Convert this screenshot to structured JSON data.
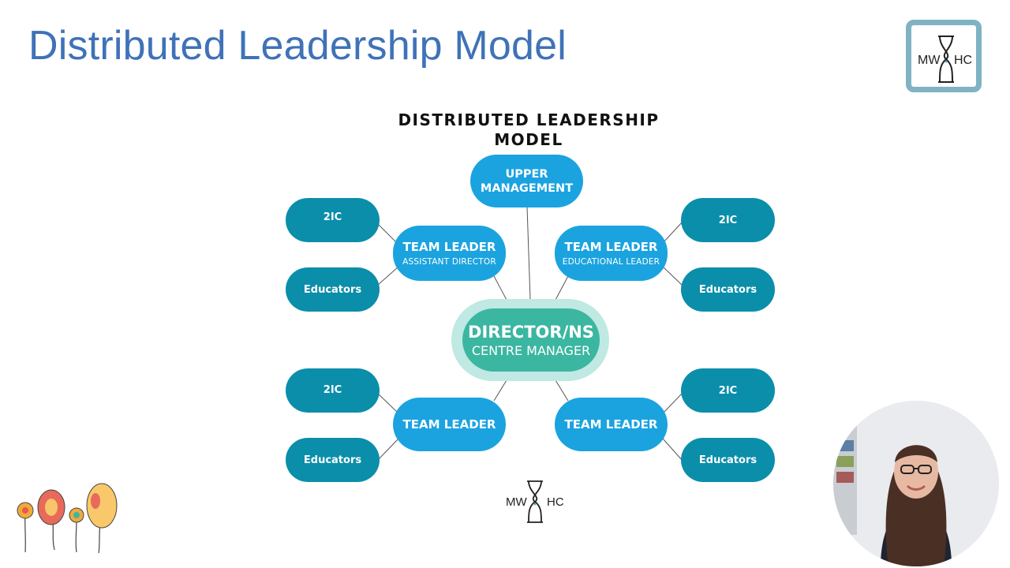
{
  "slide": {
    "title": "Distributed Leadership Model"
  },
  "logo": {
    "left_text": "MW",
    "right_text": "HC"
  },
  "diagram": {
    "title_line1": "DISTRIBUTED LEADERSHIP",
    "title_line2": "MODEL",
    "top": {
      "line1": "UPPER",
      "line2": "MANAGEMENT"
    },
    "center": {
      "title": "DIRECTOR/NS",
      "subtitle": "CENTRE MANAGER"
    },
    "team_leaders": [
      {
        "title": "TEAM LEADER",
        "subtitle": "ASSISTANT DIRECTOR"
      },
      {
        "title": "TEAM LEADER",
        "subtitle": "EDUCATIONAL LEADER"
      },
      {
        "title": "TEAM LEADER",
        "subtitle": ""
      },
      {
        "title": "TEAM LEADER",
        "subtitle": ""
      }
    ],
    "leaves": [
      "2IC",
      "Educators",
      "2IC",
      "Educators",
      "2IC",
      "Educators",
      "2IC",
      "Educators"
    ]
  },
  "colors": {
    "title_blue": "#3f72b8",
    "pill_dark": "#0b8eaa",
    "pill_light": "#1ba3e0",
    "director": "#3bb6a1",
    "director_halo": "#bfe9e2",
    "logo_border": "#7fb3c4"
  }
}
